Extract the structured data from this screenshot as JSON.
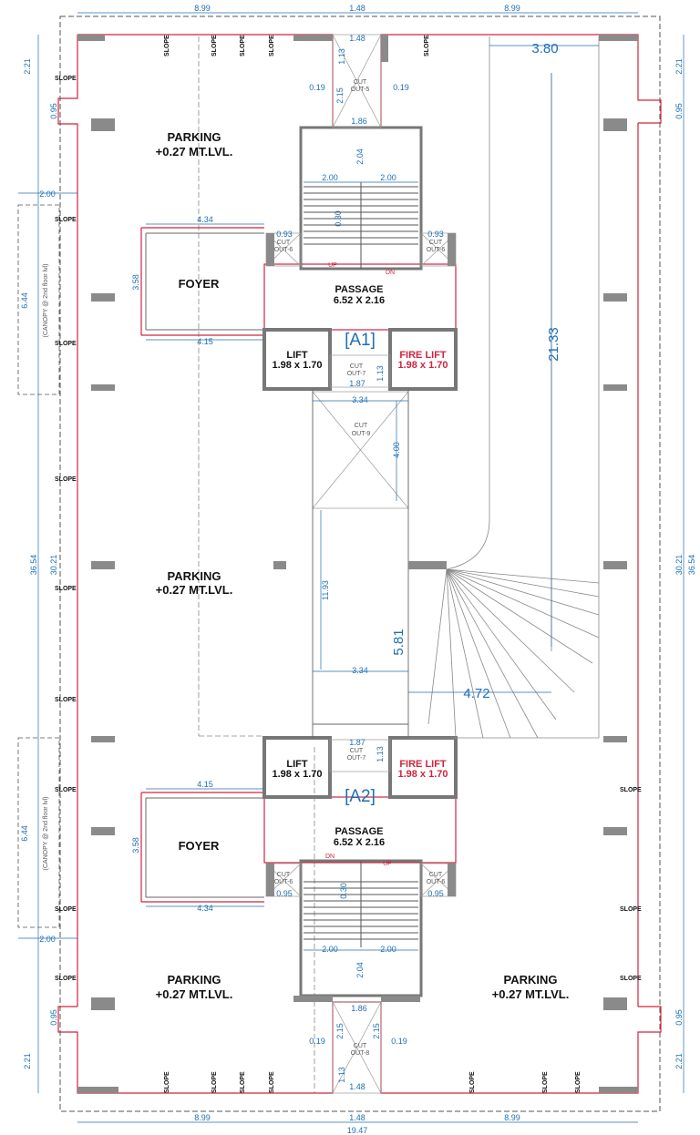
{
  "labels": {
    "parking": "PARKING",
    "parking_lvl": "+0.27 MT.LVL.",
    "foyer": "FOYER",
    "passage": "PASSAGE",
    "passage_size": "6.52  X 2.16",
    "lift": "LIFT",
    "fire_lift": "FIRE LIFT",
    "lift_size": "1.98 x 1.70",
    "core_a1": "[A1]",
    "core_a2": "[A2]",
    "cut": "CUT",
    "out5": "OUT-5",
    "out6": "OUT-6",
    "out7": "OUT-7",
    "out8": "OUT-8",
    "out9": "OUT-9",
    "up": "UP",
    "dn": "DN",
    "slope": "SLOPE",
    "canopy": "(CANOPY @ 2nd floor lvl)"
  },
  "dims": {
    "top_left": "8.99",
    "top_mid": "1.48",
    "top_right": "8.99",
    "ramp_width": "3.80",
    "ramp_len": "21.33",
    "d221": "2.21",
    "d095": "0.95",
    "d200": "2.00",
    "d644": "6.44",
    "d3654": "36.54",
    "d3021": "30.21",
    "d434": "4.34",
    "d415": "4.15",
    "d358": "3.58",
    "d113": "1.13",
    "d215": "2.15",
    "d019": "0.19",
    "d186": "1.86",
    "d204": "2.04",
    "d030": "0.30",
    "d093": "0.93",
    "d187": "1.87",
    "d334": "3.34",
    "d400": "4.00",
    "d1193": "11.93",
    "d581": "5.81",
    "d472": "4.72",
    "d1947": "19.47"
  },
  "colors": {
    "wall": "#d0243f",
    "dimension": "#1f6fb5",
    "column": "#8a8a8a",
    "line": "#6d6d6d"
  }
}
